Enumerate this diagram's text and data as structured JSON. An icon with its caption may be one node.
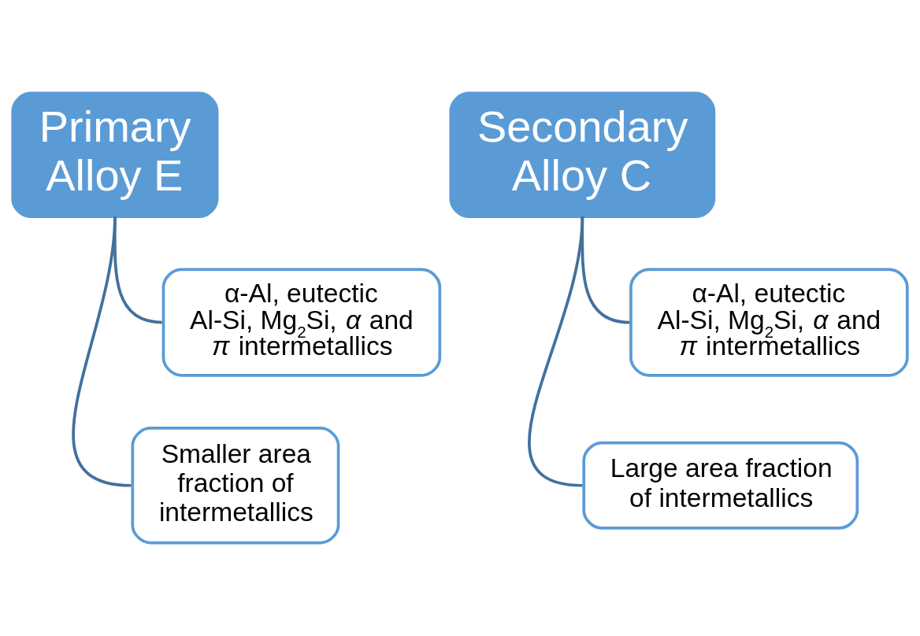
{
  "diagram": {
    "nodes": [
      {
        "text": [
          "Primary Alloy E"
        ]
      },
      {
        "text": [
          "α-Al, eutectic Al-Si, Mg$_{2}$Si, *α* and *π* intermetallics"
        ]
      },
      {
        "text": [
          "Smaller area fraction of intermetallics"
        ]
      },
      {
        "text": [
          "Secondary Alloy C"
        ]
      },
      {
        "text": [
          "α-Al, eutectic Al-Si, Mg$_{2}$Si, *α* and *π* intermetallics"
        ]
      },
      {
        "text": [
          "Large area fraction of intermetallics"
        ]
      }
    ],
    "edges": [
      {
        "from": 0,
        "to": 1,
        "arrow": "none"
      },
      {
        "from": 0,
        "to": 2,
        "arrow": "none"
      },
      {
        "from": 3,
        "to": 4,
        "arrow": "none"
      },
      {
        "from": 3,
        "to": 5,
        "arrow": "none"
      }
    ]
  }
}
